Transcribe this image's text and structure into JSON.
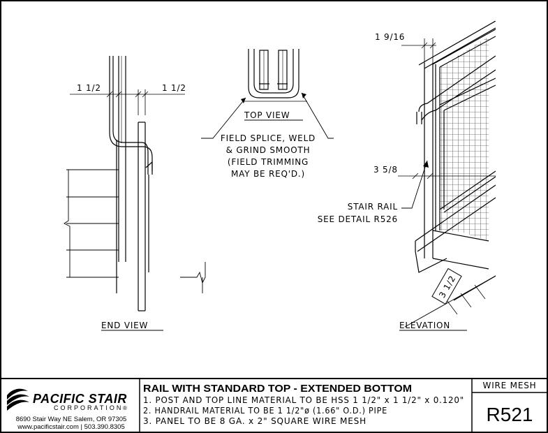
{
  "drawing": {
    "end_view": {
      "title": "END VIEW",
      "dim_left": "1 1/2",
      "dim_right": "1 1/2"
    },
    "top_view": {
      "title": "TOP VIEW",
      "note_lines": [
        "FIELD SPLICE, WELD",
        "& GRIND SMOOTH",
        "(FIELD TRIMMING",
        "MAY BE REQ'D.)"
      ]
    },
    "elevation": {
      "title": "ELEVATION",
      "dim_top": "1 9/16",
      "dim_mid": "3 5/8",
      "dim_bottom": "3 1/2",
      "callout_lines": [
        "STAIR RAIL",
        "SEE DETAIL R526"
      ]
    }
  },
  "title_block": {
    "company_name": "PACIFIC STAIR",
    "company_sub": "CORPORATION",
    "company_mark": "®",
    "address": "8690 Stair Way NE Salem, OR 97305",
    "contact": "www.pacificstair.com  |  503.390.8305",
    "title": "RAIL WITH STANDARD TOP -  EXTENDED BOTTOM",
    "notes": [
      "1. POST AND TOP LINE MATERIAL TO BE HSS 1 1/2\" x 1 1/2\" x 0.120\"",
      "2. HANDRAIL MATERIAL TO BE 1 1/2\"ø (1.66\" O.D.) PIPE",
      "3. PANEL TO BE 8 GA. x 2\" SQUARE WIRE MESH"
    ],
    "category": "WIRE MESH",
    "detail_number": "R521"
  }
}
